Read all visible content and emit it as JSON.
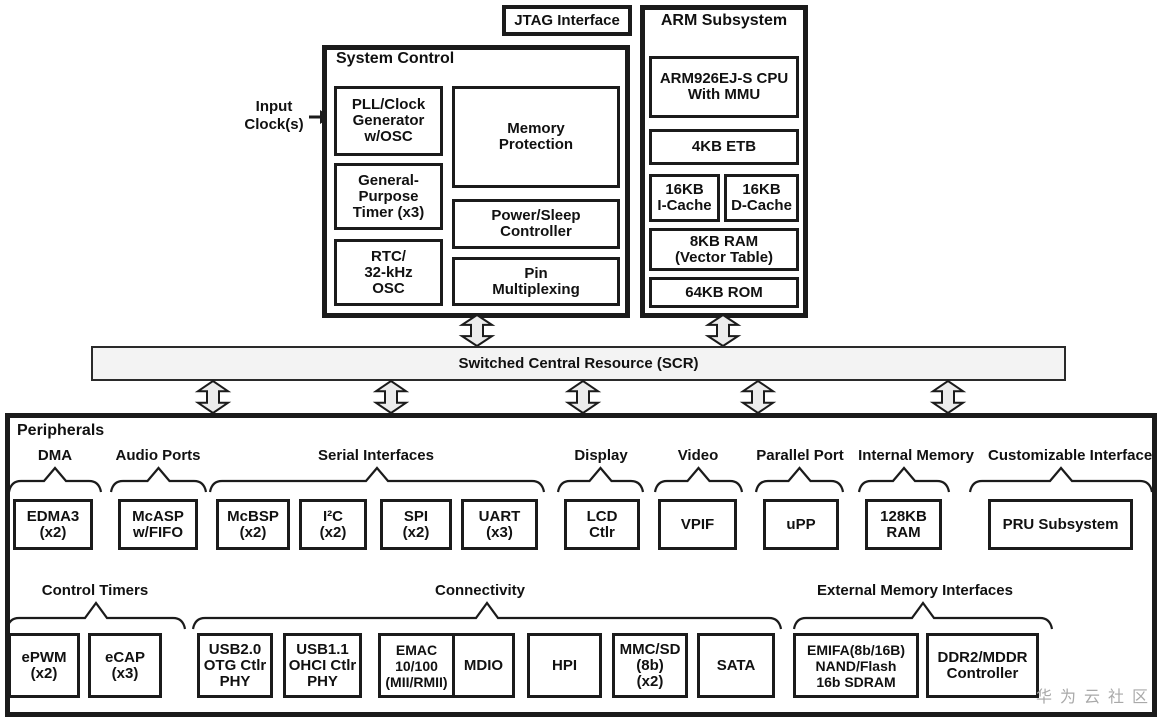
{
  "top": {
    "jtag_label": "JTAG Interface",
    "input_clock_label": "Input\nClock(s)"
  },
  "system_control": {
    "title": "System Control",
    "pll": "PLL/Clock\nGenerator\nw/OSC",
    "gp_timer": "General-\nPurpose\nTimer (x3)",
    "rtc": "RTC/\n32-kHz\nOSC",
    "memory_protection": "Memory\nProtection",
    "power_sleep": "Power/Sleep\nController",
    "pin_mux": "Pin\nMultiplexing"
  },
  "arm_subsystem": {
    "title": "ARM Subsystem",
    "cpu": "ARM926EJ-S CPU\nWith MMU",
    "etb": "4KB ETB",
    "icache": "16KB\nI-Cache",
    "dcache": "16KB\nD-Cache",
    "vector_ram": "8KB RAM\n(Vector Table)",
    "rom": "64KB ROM"
  },
  "scr": {
    "label": "Switched Central Resource (SCR)"
  },
  "peripherals": {
    "title": "Peripherals",
    "groups_top": {
      "dma": "DMA",
      "audio": "Audio Ports",
      "serial": "Serial Interfaces",
      "display": "Display",
      "video": "Video",
      "parallel": "Parallel Port",
      "internal_memory": "Internal Memory",
      "customizable": "Customizable Interface"
    },
    "groups_bottom": {
      "control_timers": "Control Timers",
      "connectivity": "Connectivity",
      "external_memory": "External Memory Interfaces"
    },
    "blocks_top": {
      "edma3": "EDMA3\n(x2)",
      "mcasp": "McASP\nw/FIFO",
      "mcbsp": "McBSP\n(x2)",
      "i2c": "I²C\n(x2)",
      "spi": "SPI\n(x2)",
      "uart": "UART\n(x3)",
      "lcd": "LCD\nCtlr",
      "vpif": "VPIF",
      "upp": "uPP",
      "ram128": "128KB\nRAM",
      "pru": "PRU Subsystem"
    },
    "blocks_bottom": {
      "epwm": "ePWM\n(x2)",
      "ecap": "eCAP\n(x3)",
      "usb20": "USB2.0\nOTG Ctlr\nPHY",
      "usb11": "USB1.1\nOHCI Ctlr\nPHY",
      "emac": "EMAC\n10/100\n(MII/RMII)",
      "mdio": "MDIO",
      "hpi": "HPI",
      "mmcsd": "MMC/SD\n(8b)\n(x2)",
      "sata": "SATA",
      "emifa": "EMIFA(8b/16B)\nNAND/Flash\n16b SDRAM",
      "ddr": "DDR2/MDDR\nController"
    }
  },
  "watermark": "华为云社区",
  "colors": {
    "line": "#1b1b1b",
    "scr_fill": "#f3f3f3",
    "arrow_fill": "#ececec",
    "watermark_gray": "#a9a9a9"
  }
}
